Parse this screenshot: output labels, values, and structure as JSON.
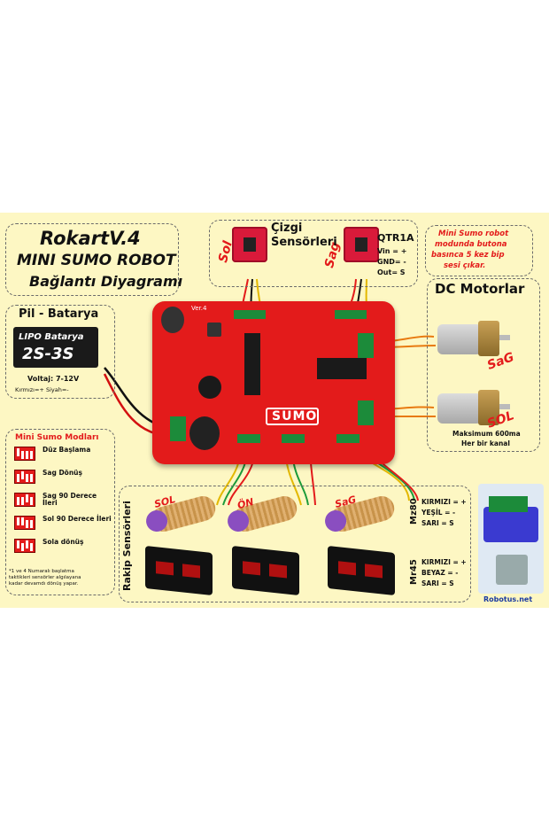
{
  "title": {
    "line1": "RokartV.4",
    "line2": "MINI SUMO ROBOT",
    "line3": "Bağlantı Diyagramı"
  },
  "line_sensors": {
    "title_line1": "Çizgi",
    "title_line2": "Sensörleri",
    "left": "Sol",
    "right": "Sag"
  },
  "qtr": {
    "name": "QTR1A",
    "vin": "Vin = +",
    "gnd": "GND= -",
    "out": "Out= S"
  },
  "note": {
    "line1": "Mini Sumo robot",
    "line2": "modunda butona",
    "line3": "basınca 5 kez bip",
    "line4": "sesi çıkar."
  },
  "battery": {
    "title": "Pil - Batarya",
    "line1": "LIPO Batarya",
    "line2": "2S-3S",
    "voltage": "Voltaj: 7-12V",
    "colors": "Kırmızı=+   Siyah=-"
  },
  "motors": {
    "title": "DC Motorlar",
    "right": "SaG",
    "left": "SOL",
    "spec_line1": "Maksimum 600ma",
    "spec_line2": "Her bir kanal"
  },
  "modes": {
    "title": "Mini Sumo Modları",
    "items": [
      "Düz Başlama",
      "Sag Dönüş",
      "Sag 90 Derece İleri",
      "Sol 90 Derece İleri",
      "Sola dönüş"
    ],
    "footnote_line1": "*1 ve 4 Numaralı başlatma",
    "footnote_line2": "taktikleri sensörler algılayana",
    "footnote_line3": "kadar devamdı dönüş yapar."
  },
  "board": {
    "logo": "SUMO",
    "version": "Ver.4"
  },
  "opponent": {
    "title": "Rakip Sensörleri",
    "left": "SOL",
    "front": "ÖN",
    "right": "SaG"
  },
  "mz80": {
    "name": "Mz80",
    "red": "KIRMIZI = +",
    "green": "YEŞİL = -",
    "yellow": "SARI = S"
  },
  "mr45": {
    "name": "Mr45",
    "red": "KIRMIZI = +",
    "white": "BEYAZ = -",
    "yellow": "SARI = S"
  },
  "brand": "Robotus.net",
  "colors": {
    "background": "#fdf7c3",
    "board": "#e31b1b",
    "header": "#1c8b3a",
    "accent_red": "#e31b1b"
  }
}
